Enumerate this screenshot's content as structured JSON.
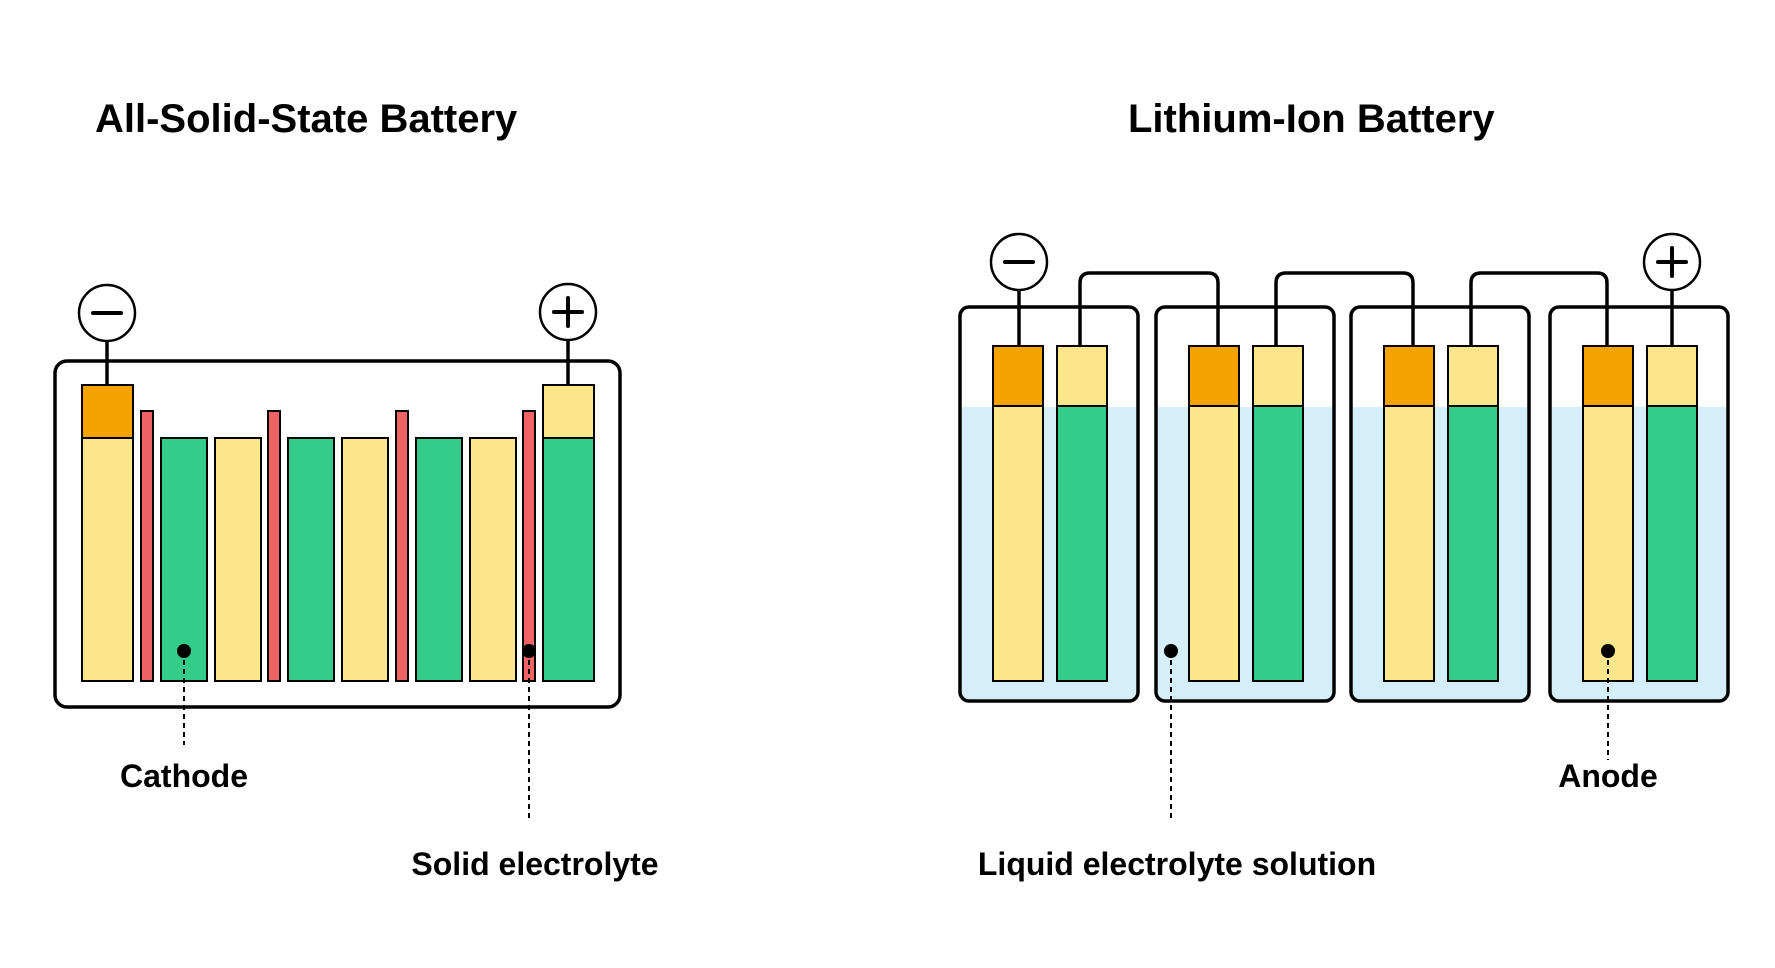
{
  "colors": {
    "cathode": "#FCE68C",
    "anode": "#33CC88",
    "solid_electrolyte": "#EE6464",
    "current_collector_negative": "#F6A200",
    "current_collector_positive": "#FCE68C",
    "liquid_electrolyte": "#D4EEFA",
    "outline": "#000000"
  },
  "solid_state": {
    "title": "All-Solid-State Battery",
    "negative_terminal_icon": "minus-icon",
    "positive_terminal_icon": "plus-icon",
    "labels": {
      "cathode": "Cathode",
      "solid_electrolyte": "Solid electrolyte"
    }
  },
  "lithium_ion": {
    "title": "Lithium-Ion Battery",
    "cell_count": 4,
    "negative_terminal_icon": "minus-icon",
    "positive_terminal_icon": "plus-icon",
    "labels": {
      "liquid_electrolyte": "Liquid electrolyte solution",
      "anode": "Anode"
    }
  }
}
